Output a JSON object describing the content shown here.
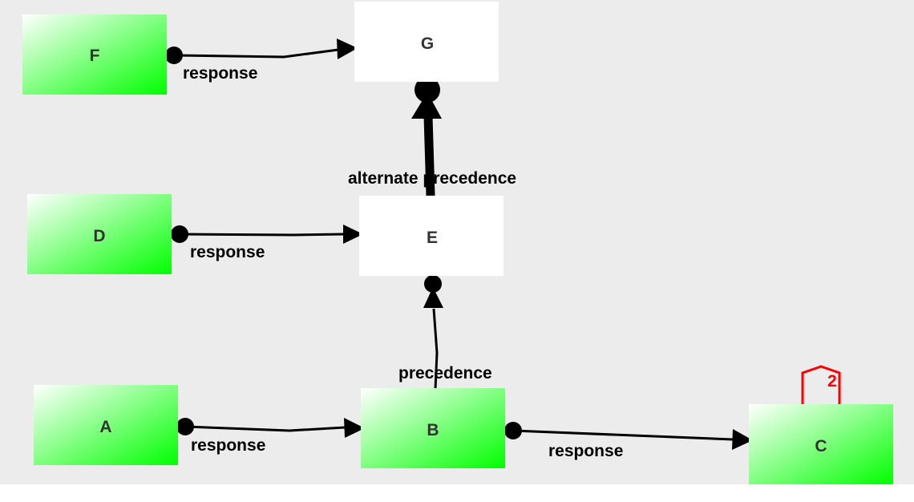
{
  "diagram": {
    "nodes": {
      "F": {
        "label": "F",
        "style": "green"
      },
      "G": {
        "label": "G",
        "style": "white"
      },
      "D": {
        "label": "D",
        "style": "green"
      },
      "E": {
        "label": "E",
        "style": "white"
      },
      "A": {
        "label": "A",
        "style": "green"
      },
      "B": {
        "label": "B",
        "style": "green"
      },
      "C": {
        "label": "C",
        "style": "green",
        "count": "2"
      }
    },
    "edges": {
      "f_g": {
        "from": "F",
        "to": "G",
        "label": "response"
      },
      "d_e": {
        "from": "D",
        "to": "E",
        "label": "response"
      },
      "a_b": {
        "from": "A",
        "to": "B",
        "label": "response"
      },
      "b_c": {
        "from": "B",
        "to": "C",
        "label": "response"
      },
      "b_e": {
        "from": "B",
        "to": "E",
        "label": "precedence"
      },
      "e_g": {
        "from": "E",
        "to": "G",
        "label": "alternate precedence"
      }
    },
    "colors": {
      "background": "#ececec",
      "green_start": "#ffffff",
      "green_end": "#00ff00",
      "white_node": "#ffffff",
      "edge": "#000000",
      "loop": "#ff0000"
    }
  }
}
